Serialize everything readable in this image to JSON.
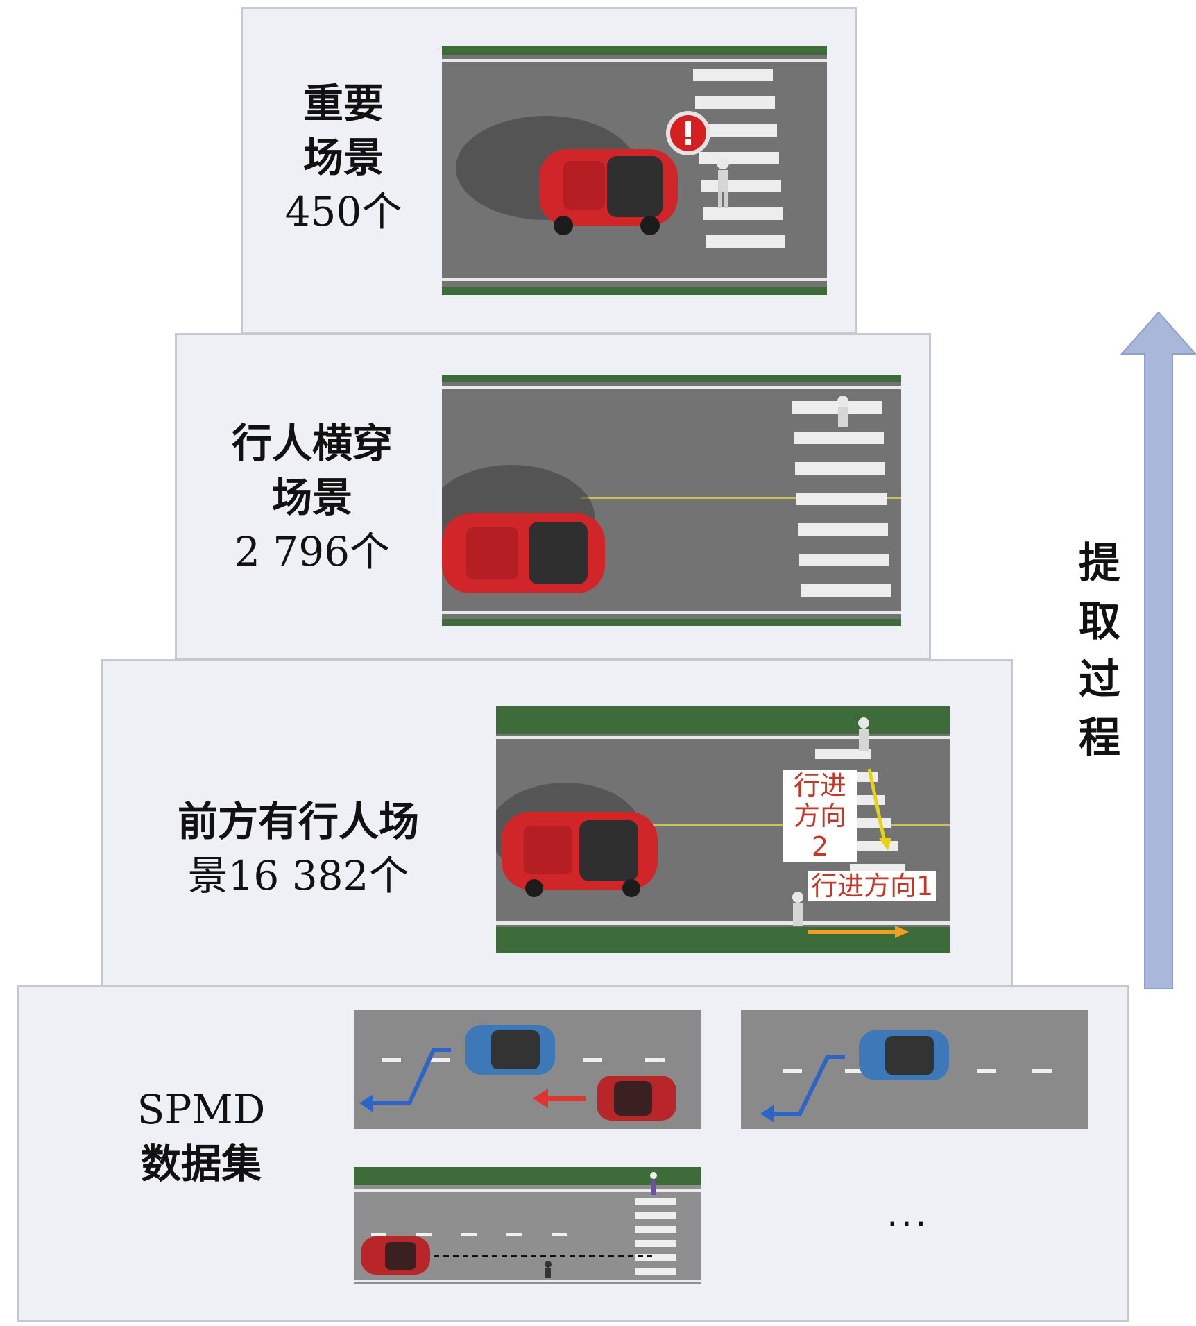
{
  "tiers": [
    {
      "title_line1": "重要",
      "title_line2": "场景",
      "count": "450个"
    },
    {
      "title_line1": "行人横穿",
      "title_line2": "场景",
      "count": "2 796个"
    },
    {
      "title_line1": "前方有行人场",
      "title_line2": "景16 382个"
    },
    {
      "title_line1": "SPMD",
      "title_line2": "数据集"
    }
  ],
  "scene3_tags": {
    "direction2_line1": "行进",
    "direction2_line2": "方向2",
    "direction1": "行进方向1"
  },
  "process": {
    "chars": [
      "提",
      "取",
      "过",
      "程"
    ]
  },
  "ellipsis": "···",
  "colors": {
    "tier_bg": "#eef0f5",
    "arrow": "#a9b8da",
    "car_red": "#d0262a",
    "car_blue": "#3d78b8",
    "road": "#6f6f6f"
  }
}
